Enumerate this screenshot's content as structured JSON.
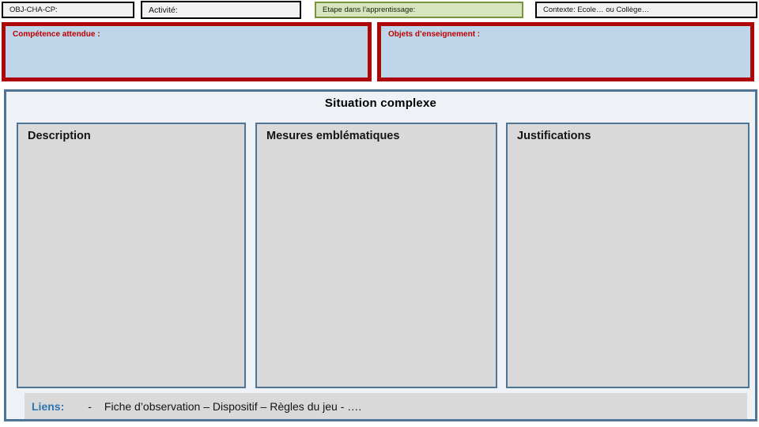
{
  "slide": {
    "header": {
      "obj": "OBJ-CHA-CP:",
      "activite": "Activité:",
      "etape": "Etape dans l’apprentissage:",
      "contexte": "Contexte: Ecole… ou Collège…"
    },
    "fields": {
      "competence": "Compétence attendue :",
      "objets": "Objets d’enseignement :"
    },
    "situation": {
      "title": "Situation complexe",
      "columns": [
        {
          "label": "Description"
        },
        {
          "label": "Mesures emblématiques"
        },
        {
          "label": "Justifications"
        }
      ],
      "liens": {
        "label": "Liens:",
        "dash": "-",
        "text": "Fiche d’observation – Dispositif – Règles du jeu - …."
      }
    },
    "colors": {
      "black_border": "#000000",
      "light_gray_fill": "#f2f2f2",
      "green_fill": "#d7e4bd",
      "green_border": "#77933c",
      "red_border": "#ad0708",
      "red_text": "#c00000",
      "light_blue_fill": "#bdd6e9",
      "steel_blue_border": "#4f7596",
      "panel_fill": "#eef2f7",
      "gray_fill": "#d9d9d9",
      "liens_blue": "#2d74b5"
    }
  }
}
